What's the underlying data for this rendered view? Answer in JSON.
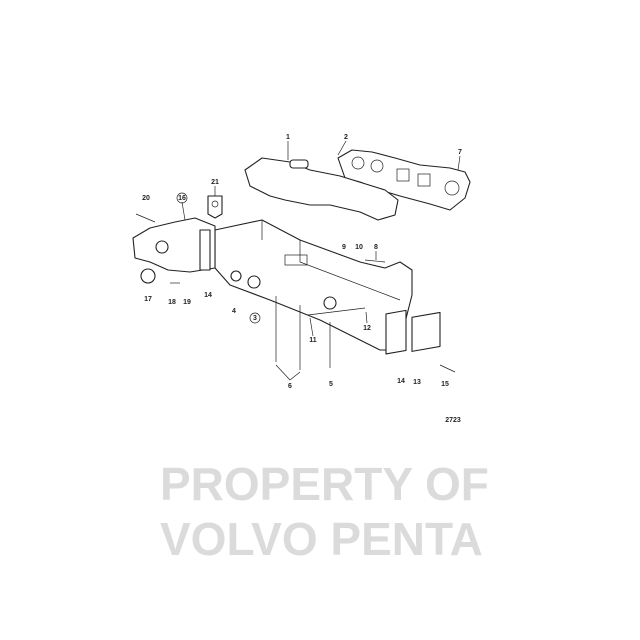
{
  "diagram": {
    "drawing_number": "2723",
    "watermark": [
      "PROPERTY OF",
      "VOLVO PENTA"
    ],
    "callouts": [
      "1",
      "2",
      "7",
      "21",
      "20",
      "16",
      "9",
      "10",
      "8",
      "4",
      "3",
      "17",
      "18",
      "19",
      "14",
      "12",
      "11",
      "6",
      "5",
      "14",
      "13",
      "15"
    ]
  }
}
